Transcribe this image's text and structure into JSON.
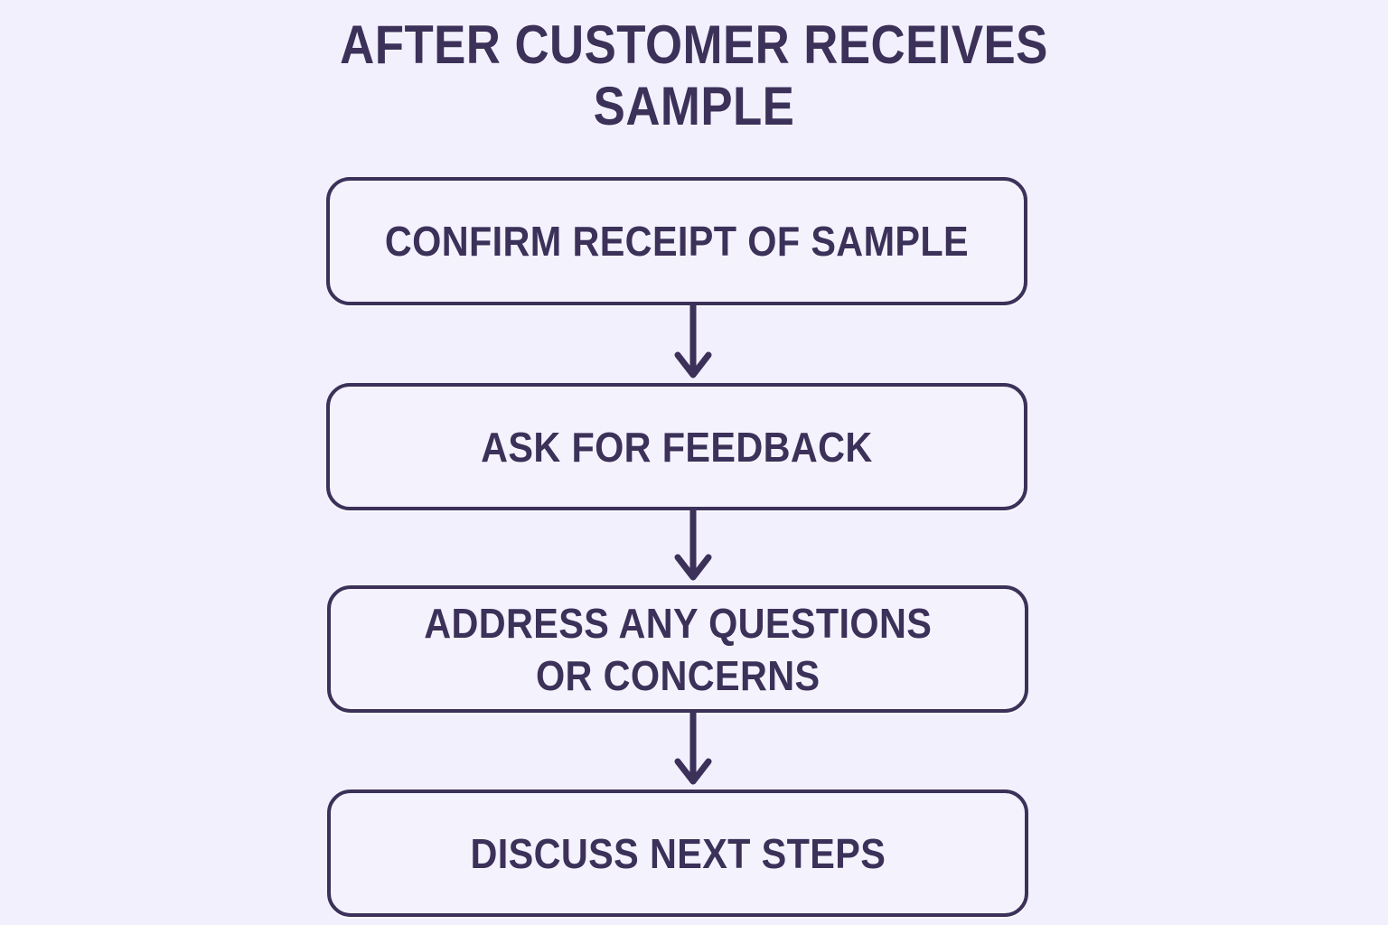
{
  "page": {
    "background_color": "#f2f0fd",
    "accent_color": "#3b3159",
    "node_fill_color": "#f4f2fd"
  },
  "header": {
    "title": "AFTER CUSTOMER RECEIVES\nSAMPLE"
  },
  "flowchart": {
    "type": "vertical-flow",
    "orientation": "top-to-bottom",
    "nodes": [
      {
        "id": "node-1",
        "label": "CONFIRM RECEIPT OF SAMPLE"
      },
      {
        "id": "node-2",
        "label": "ASK FOR FEEDBACK"
      },
      {
        "id": "node-3",
        "label": "ADDRESS ANY QUESTIONS\nOR CONCERNS"
      },
      {
        "id": "node-4",
        "label": "DISCUSS NEXT STEPS"
      }
    ],
    "connectors": [
      {
        "id": "connector-1",
        "from": "node-1",
        "to": "node-2",
        "icon": "down-arrow-icon"
      },
      {
        "id": "connector-2",
        "from": "node-2",
        "to": "node-3",
        "icon": "down-arrow-icon"
      },
      {
        "id": "connector-3",
        "from": "node-3",
        "to": "node-4",
        "icon": "down-arrow-icon"
      }
    ]
  }
}
